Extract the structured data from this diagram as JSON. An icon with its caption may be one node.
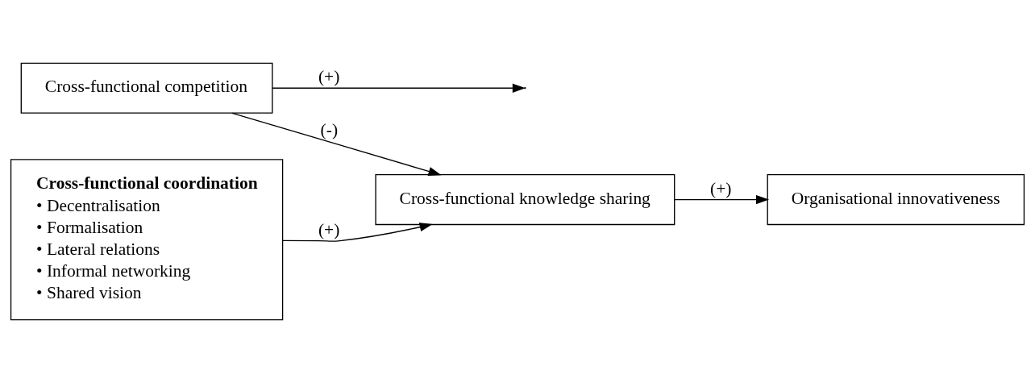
{
  "diagram": {
    "nodes": [
      {
        "text": [
          "Cross-functional competition"
        ]
      },
      {
        "text": [
          "Cross-functional coordination",
          "• Decentralisation",
          "• Formalisation",
          "• Lateral relations",
          "• Informal networking",
          "• Shared vision"
        ]
      },
      {
        "text": [
          "Cross-functional knowledge sharing"
        ]
      },
      {
        "text": [
          "Organisational innovativeness"
        ]
      }
    ],
    "edges": [
      {
        "from": 1,
        "to": 2,
        "arrow": "to",
        "label": "(+)"
      },
      {
        "from": 0,
        "to": null,
        "arrow": "to",
        "label": "(+)"
      },
      {
        "from": 0,
        "to": 2,
        "arrow": "to",
        "label": "(-)"
      },
      {
        "from": 2,
        "to": 3,
        "arrow": "to",
        "label": "(+)"
      }
    ]
  }
}
